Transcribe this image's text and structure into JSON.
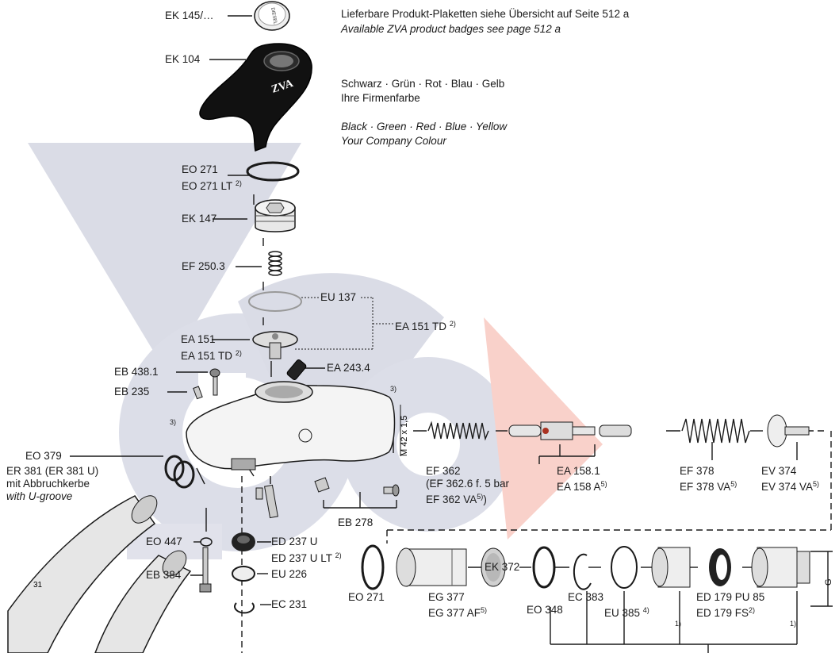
{
  "notes": {
    "badges_de": "Lieferbare Produkt-Plaketten siehe Übersicht auf Seite 512 a",
    "badges_en": "Available ZVA product badges see page 512 a",
    "colours_de_1": "Schwarz · Grün · Rot · Blau · Gelb",
    "colours_de_2": "Ihre Firmenfarbe",
    "colours_en_1": "Black · Green · Red · Blue · Yellow",
    "colours_en_2": "Your Company Colour"
  },
  "badge_text": "DIESEL",
  "logo_text": "ZVA",
  "thread_label": "M 42 x 1,5",
  "g_label": "G",
  "dim_label": "31",
  "parts": {
    "ek145": "EK 145/…",
    "ek104": "EK 104",
    "eo271a": "EO 271",
    "eo271lt": "EO 271 LT",
    "ek147": "EK 147",
    "ef250": "EF 250.3",
    "eu137": "EU 137",
    "ea151tdr": "EA 151 TD",
    "ea151": "EA 151",
    "ea151td": "EA 151 TD",
    "eb4381": "EB 438.1",
    "ea2434": "EA 243.4",
    "eb235": "EB 235",
    "eo379": "EO 379",
    "er381": "ER 381 (ER 381 U)",
    "er381b": "mit Abbruchkerbe",
    "er381c": "with U-groove",
    "ef362": "EF 362",
    "ef362b": "(EF 362.6 f. 5 bar",
    "ef362c": "EF 362 VA",
    "ea1581": "EA 158.1",
    "ea158a": "EA 158 A",
    "ef378": "EF 378",
    "ef378va": "EF 378 VA",
    "ev374": "EV 374",
    "ev374va": "EV 374 VA",
    "eb278": "EB 278",
    "eo447": "EO 447",
    "eb384": "EB 384",
    "ed237u": "ED 237 U",
    "ed237ult": "ED 237 U LT",
    "eu226": "EU 226",
    "ec231": "EC 231",
    "eo271b": "EO 271",
    "eg377": "EG 377",
    "eg377af": "EG 377 AF",
    "ek372": "EK 372",
    "eo348": "EO 348",
    "ec383": "EC 383",
    "eu385": "EU 385",
    "ed179pu": "ED 179 PU 85",
    "ed179fs": "ED 179 FS"
  },
  "footnotes": {
    "f1": "1)",
    "f2": "2)",
    "f3": "3)",
    "f4": "4)",
    "f5": "5)"
  }
}
